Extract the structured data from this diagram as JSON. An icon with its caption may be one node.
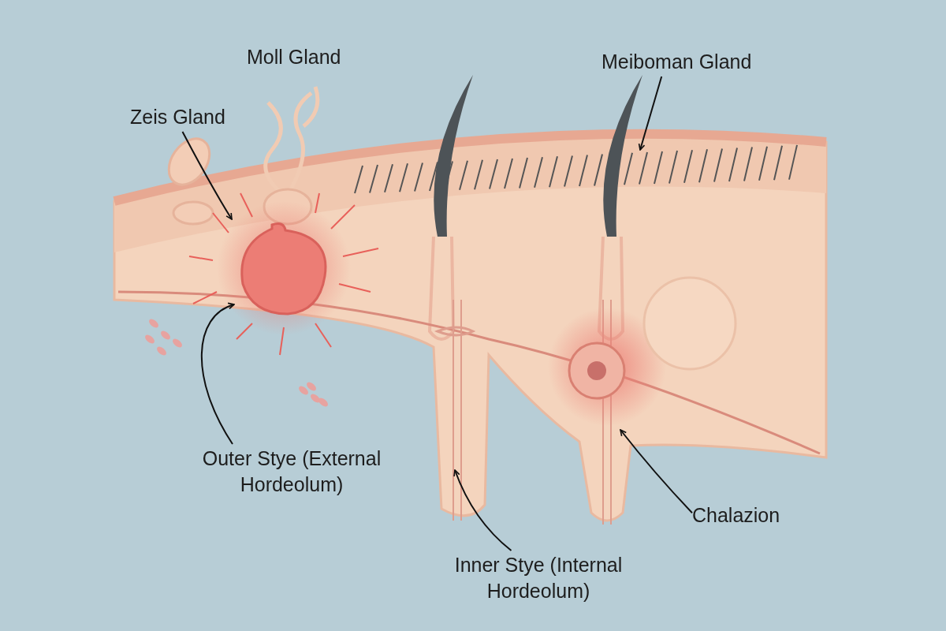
{
  "diagram": {
    "nodes": [
      {
        "text": [
          "Zeis Gland"
        ]
      },
      {
        "text": [
          "Meiboman Gland"
        ]
      },
      {
        "text": [
          "Outer Stye (External Hordeolum)"
        ]
      },
      {
        "text": [
          "Inner Stye (Internal Hordeolum)"
        ]
      },
      {
        "text": [
          "Chalazion"
        ]
      }
    ],
    "edges": [
      {
        "from": 0,
        "to": null,
        "arrow": "to"
      },
      {
        "from": 1,
        "to": null,
        "arrow": "to"
      },
      {
        "from": 2,
        "to": null,
        "arrow": "to"
      },
      {
        "from": 3,
        "to": null,
        "arrow": "to"
      },
      {
        "from": 4,
        "to": null,
        "arrow": "to"
      }
    ],
    "labels": [
      "Moll Gland"
    ]
  }
}
